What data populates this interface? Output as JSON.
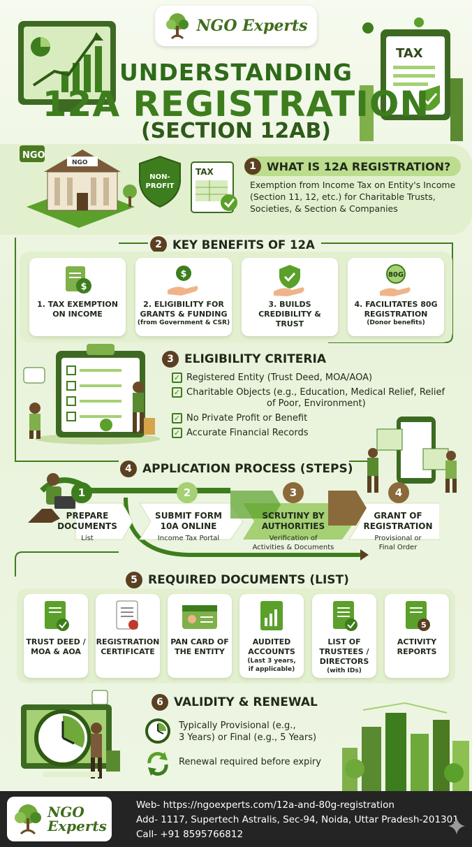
{
  "brand": {
    "name_top": "NGO Experts",
    "name_line1": "NGO",
    "name_line2": "Experts"
  },
  "title": {
    "line1": "UNDERSTANDING",
    "line2": "12A REGISTRATION",
    "line3": "(SECTION 12AB)"
  },
  "badges": {
    "ngo": "NGO",
    "non_profit_1": "NON-",
    "non_profit_2": "PROFIT",
    "tax": "TAX",
    "building_sign": "NGO",
    "coin": "80G"
  },
  "section1": {
    "num": "1",
    "heading": "WHAT IS 12A REGISTRATION?",
    "desc_1": "Exemption from Income Tax on Entity's Income",
    "desc_2": "(Section 11, 12, etc.) for Charitable Trusts,",
    "desc_3": "Societies, & Section & Companies"
  },
  "section2": {
    "num": "2",
    "heading": "KEY BENEFITS OF 12A",
    "cards": [
      {
        "l1": "1. TAX EXEMPTION",
        "l2": "ON INCOME",
        "sub": ""
      },
      {
        "l1": "2. ELIGIBILITY FOR",
        "l2": "GRANTS & FUNDING",
        "sub": "(from Government & CSR)"
      },
      {
        "l1": "3. BUILDS",
        "l2": "CREDIBILITY &",
        "l3": "TRUST",
        "sub": ""
      },
      {
        "l1": "4. FACILITATES 80G",
        "l2": "REGISTRATION",
        "sub": "(Donor benefits)"
      }
    ]
  },
  "section3": {
    "num": "3",
    "heading": "ELIGIBILITY CRITERIA",
    "items": [
      "Registered Entity (Trust Deed, MOA/AOA)",
      "Charitable Objects (e.g., Education, Medical Relief, Relief",
      "of Poor, Environment)",
      "No Private Profit or Benefit",
      "Accurate Financial Records"
    ]
  },
  "section4": {
    "num": "4",
    "heading": "APPLICATION PROCESS (STEPS)",
    "steps": [
      {
        "n": "1",
        "l1": "PREPARE",
        "l2": "DOCUMENTS",
        "s1": "List",
        "s2": ""
      },
      {
        "n": "2",
        "l1": "SUBMIT FORM",
        "l2": "10A ONLINE",
        "s1": "Income Tax Portal",
        "s2": ""
      },
      {
        "n": "3",
        "l1": "SCRUTINY BY",
        "l2": "AUTHORITIES",
        "s1": "Verification of",
        "s2": "Activities & Documents"
      },
      {
        "n": "4",
        "l1": "GRANT OF",
        "l2": "REGISTRATION",
        "s1": "Provisional or",
        "s2": "Final Order"
      }
    ]
  },
  "section5": {
    "num": "5",
    "heading": "REQUIRED DOCUMENTS (LIST)",
    "docs": [
      {
        "l1": "TRUST DEED /",
        "l2": "MOA & AOA",
        "s1": "",
        "s2": ""
      },
      {
        "l1": "REGISTRATION",
        "l2": "CERTIFICATE",
        "s1": "",
        "s2": ""
      },
      {
        "l1": "PAN CARD OF",
        "l2": "THE ENTITY",
        "s1": "",
        "s2": ""
      },
      {
        "l1": "AUDITED",
        "l2": "ACCOUNTS",
        "s1": "(Last 3 years,",
        "s2": "if applicable)"
      },
      {
        "l1": "LIST OF",
        "l2": "TRUSTEES /",
        "l3": "DIRECTORS",
        "s1": "(with IDs)",
        "s2": ""
      },
      {
        "l1": "ACTIVITY",
        "l2": "REPORTS",
        "s1": "",
        "s2": ""
      }
    ],
    "doc_badge": "5"
  },
  "section6": {
    "num": "6",
    "heading": "VALIDITY & RENEWAL",
    "v1": "Typically Provisional (e.g.,",
    "v2": "3 Years) or Final (e.g., 5 Years)",
    "renew": "Renewal required before expiry"
  },
  "footer": {
    "web": "Web- https://ngoexperts.com/12a-and-80g-registration",
    "add": "Add- 1117, Supertech Astralis, Sec-94, Noida, Uttar Pradesh-201301",
    "call": "Call- +91 8595766812"
  },
  "colors": {
    "dark_green": "#2f6a1a",
    "green": "#3d7d1d",
    "light_green": "#bcdc8e",
    "brown": "#5a3f22",
    "bg": "#eef6e4"
  },
  "icons": [
    "tree-logo-icon",
    "document-dollar-icon",
    "hand-coin-icon",
    "hand-shield-icon",
    "hand-80g-icon",
    "checkbox-icon",
    "document-check-icon",
    "certificate-icon",
    "id-card-icon",
    "chart-doc-icon",
    "list-doc-icon",
    "clock-icon",
    "renew-icon",
    "sparkle-icon"
  ]
}
